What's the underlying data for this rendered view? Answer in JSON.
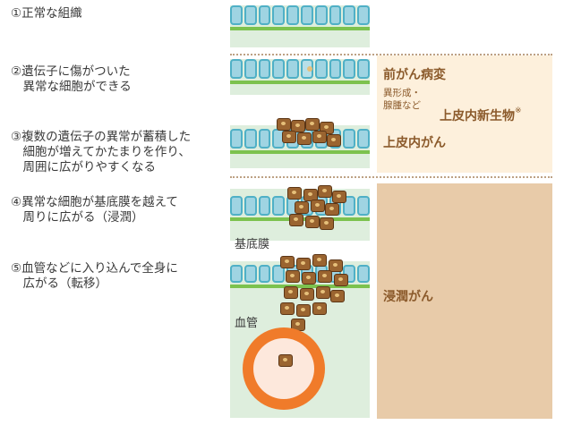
{
  "steps": [
    {
      "text": "①正常な組織"
    },
    {
      "text": "②遺伝子に傷がついた\n　異常な細胞ができる"
    },
    {
      "text": "③複数の遺伝子の異常が蓄積した\n　細胞が増えてかたまりを作り、\n　周囲に広がりやすくなる"
    },
    {
      "text": "④異常な細胞が基底膜を越えて\n　周りに広がる（浸潤）"
    },
    {
      "text": "⑤血管などに入り込んで全身に\n　広がる（転移）"
    }
  ],
  "diagram_labels": {
    "basement_membrane": "基底膜",
    "blood_vessel": "血管"
  },
  "categories": {
    "precancer": "前がん病変",
    "precancer_examples": "異形成・\n腺腫など",
    "intraepithelial_neoplasia": "上皮内新生物",
    "asterisk": "※",
    "carcinoma_in_situ": "上皮内がん",
    "invasive": "浸潤がん"
  },
  "colors": {
    "tissue_bg": "#deeedd",
    "epithelial_cell": "#9fd4e2",
    "cell_border": "#4fb0c6",
    "membrane": "#7cc24e",
    "abnormal_cell": "#e6c07a",
    "tumor_cell": "#9a6430",
    "precancer_zone": "#fdf0dc",
    "invasive_zone": "#e8cba9",
    "vessel": "#f07b2a"
  }
}
